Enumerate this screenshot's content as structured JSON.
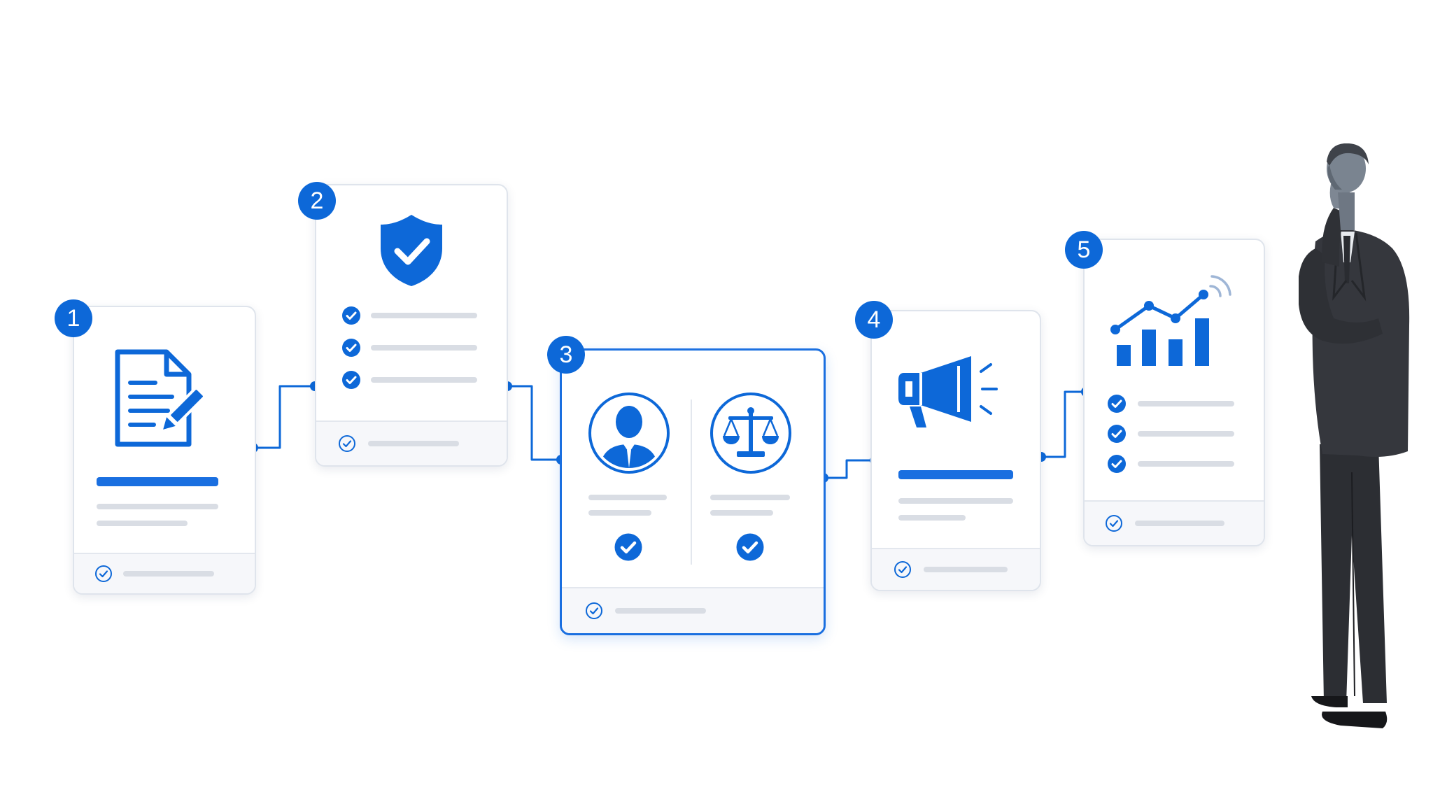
{
  "colors": {
    "accent": "#0d68d8",
    "accent_light": "#1a6fe0",
    "line_grey": "#d9dde4",
    "card_border": "#dfe4ec",
    "footer_bg": "#f6f7fa"
  },
  "steps": [
    {
      "number": "1",
      "icon": "document-edit-icon"
    },
    {
      "number": "2",
      "icon": "shield-check-icon"
    },
    {
      "number": "3",
      "icon": "person-and-scales-icon",
      "active": true
    },
    {
      "number": "4",
      "icon": "megaphone-icon"
    },
    {
      "number": "5",
      "icon": "growth-chart-icon"
    }
  ],
  "figure": {
    "icon": "thinking-businessman-figure"
  }
}
